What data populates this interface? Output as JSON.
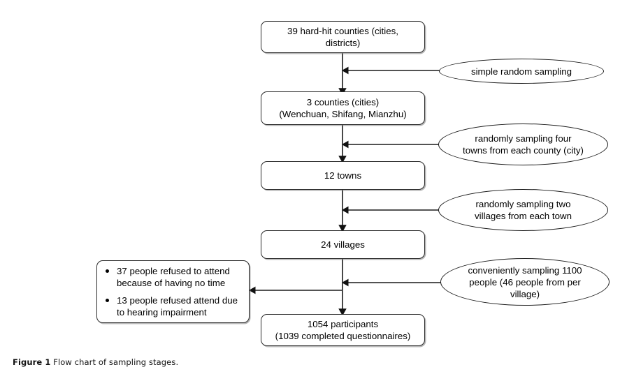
{
  "figure": {
    "caption_label": "Figure 1",
    "caption_text": "Flow chart of sampling stages."
  },
  "flow": {
    "nodes": [
      {
        "id": "node-counties-39",
        "label": "39 hard-hit counties (cities,\ndistricts)"
      },
      {
        "id": "node-counties-3",
        "label": "3 counties  (cities)\n(Wenchuan, Shifang, Mianzhu)"
      },
      {
        "id": "node-towns-12",
        "label": "12 towns"
      },
      {
        "id": "node-villages-24",
        "label": "24 villages"
      },
      {
        "id": "node-participants",
        "label": "1054 participants\n(1039 completed questionnaires)"
      }
    ],
    "annotations": [
      {
        "id": "ellipse-simple-random-sampling",
        "label": "simple  random sampling"
      },
      {
        "id": "ellipse-four-towns",
        "label": "randomly sampling four\ntowns from each county (city)"
      },
      {
        "id": "ellipse-two-villages",
        "label": "randomly sampling two\nvillages from each town"
      },
      {
        "id": "ellipse-convenience-1100",
        "label": "conveniently sampling 1100\npeople (46 people from per\nvillage)"
      }
    ],
    "exclusions": {
      "id": "node-exclusions",
      "items": [
        "37 people refused to attend because of having no time",
        "13 people refused attend due to hearing impairment"
      ]
    }
  },
  "style": {
    "line_color": "#1a1a1a",
    "box_border": "#2b2b2b",
    "background": "#ffffff"
  }
}
